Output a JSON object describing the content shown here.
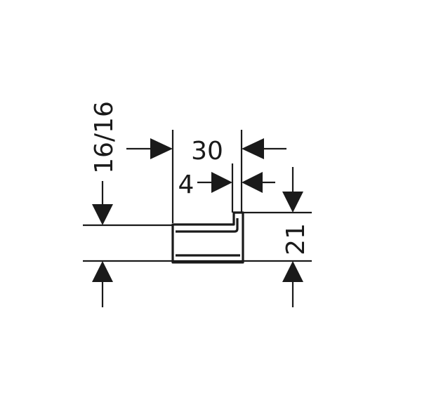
{
  "dimensions": {
    "width_total": "30",
    "wall_gap": "4",
    "height": "21",
    "side_height": "16/16"
  }
}
